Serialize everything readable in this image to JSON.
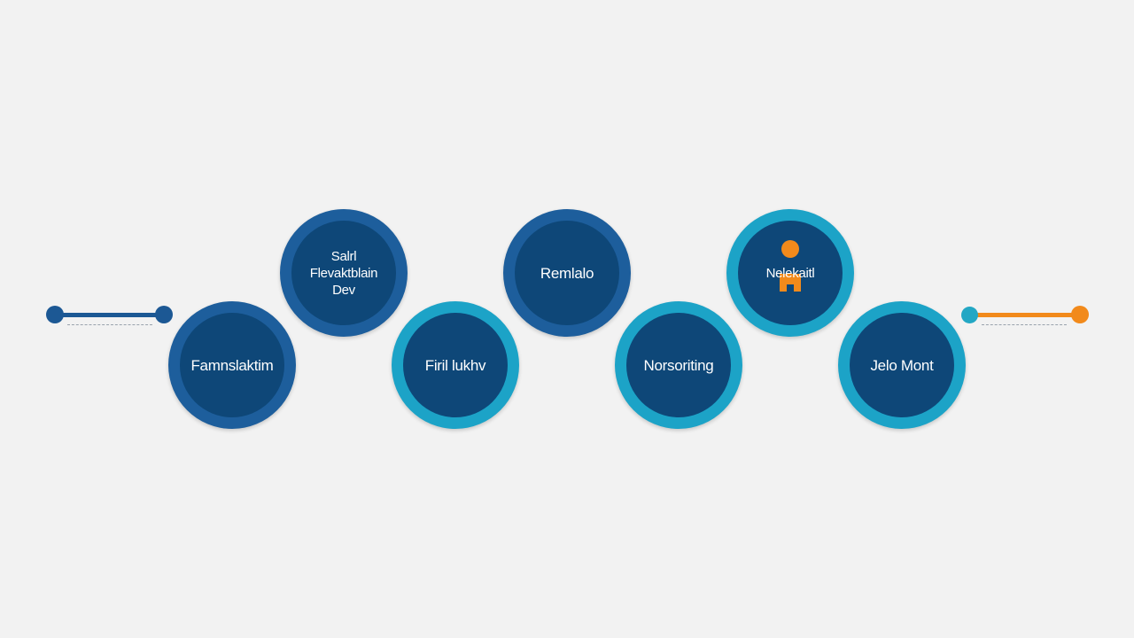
{
  "diagram": {
    "colors": {
      "background": "#f2f2f2",
      "circle_fill": "#0e4778",
      "ring_dark": "#1d5e9c",
      "ring_teal": "#1ca3c7",
      "connector_left": "#1c5894",
      "connector_right_line": "#f28a1b",
      "connector_right_start": "#23a7c4",
      "accent_orange": "#f28a1b"
    },
    "nodes": [
      {
        "lines": [
          "Famnslaktim"
        ],
        "ring": "dark"
      },
      {
        "lines": [
          "Salrl",
          "Flevaktblain",
          "Dev"
        ],
        "ring": "dark"
      },
      {
        "lines": [
          "Firil lukhv"
        ],
        "ring": "teal"
      },
      {
        "lines": [
          "Remlalo"
        ],
        "ring": "dark"
      },
      {
        "lines": [
          "Norsoriting"
        ],
        "ring": "teal"
      },
      {
        "lines": [
          "Nelekaitl"
        ],
        "ring": "teal",
        "icon": "person-icon"
      },
      {
        "lines": [
          "Jelo Mont"
        ],
        "ring": "teal"
      }
    ]
  }
}
